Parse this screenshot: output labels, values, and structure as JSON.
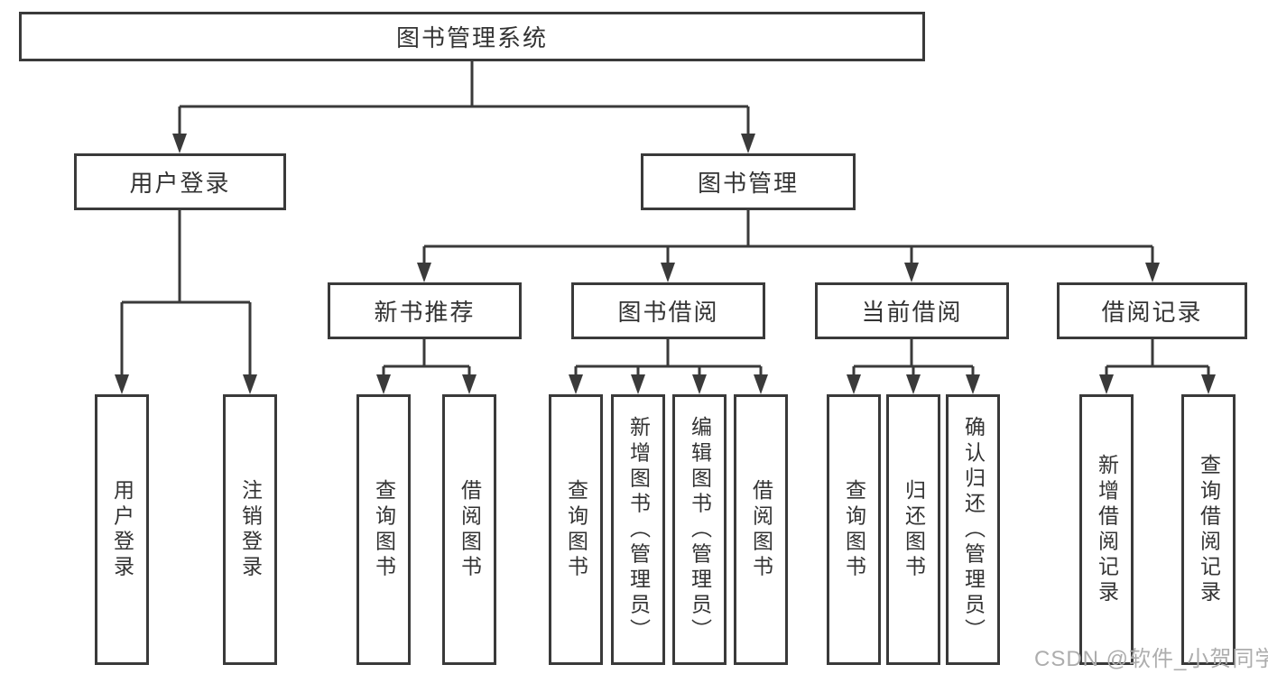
{
  "diagram": {
    "title": "图书管理系统",
    "watermark": "CSDN @软件_小贺同学",
    "colors": {
      "line": "#3a3a3a",
      "text": "#333333",
      "watermark": "#adadad",
      "background": "#ffffff"
    },
    "nodes": {
      "root": "图书管理系统",
      "user_login": "用户登录",
      "book_management": "图书管理",
      "new_book_recommend": "新书推荐",
      "book_borrowing": "图书借阅",
      "current_borrowing": "当前借阅",
      "borrowing_records": "借阅记录",
      "leaf_user_login": "用户登录",
      "leaf_logout": "注销登录",
      "leaf_query_books_recommend": "查询图书",
      "leaf_borrow_books_recommend": "借阅图书",
      "leaf_query_books_borrowing": "查询图书",
      "leaf_add_books_admin": "新增图书（管理员）",
      "leaf_edit_books_admin": "编辑图书（管理员）",
      "leaf_borrow_books_borrowing": "借阅图书",
      "leaf_query_books_current": "查询图书",
      "leaf_return_books": "归还图书",
      "leaf_confirm_return_admin": "确认归还（管理员）",
      "leaf_add_borrow_record": "新增借阅记录",
      "leaf_query_borrow_record": "查询借阅记录"
    }
  }
}
